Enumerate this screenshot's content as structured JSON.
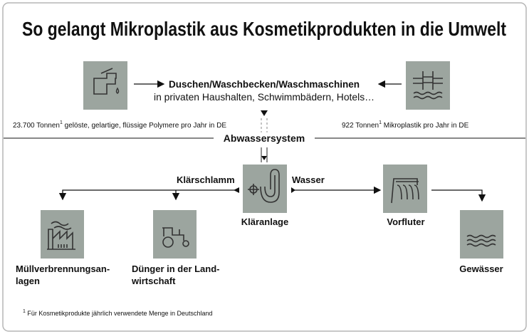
{
  "title": "So gelangt Mikroplastik aus Kosmetikprodukten in die Umwelt",
  "sources": {
    "heading": "Duschen/Waschbecken/Waschmaschinen",
    "subheading": "in privaten Haushalten, Schwimmbädern, Hotels…",
    "left_note": {
      "amount": "23.700 Tonnen",
      "sup": "1",
      "text": " gelöste, gelartige, flüssige Polymere pro Jahr in DE"
    },
    "right_note": {
      "amount": "922 Tonnen",
      "sup": "1",
      "text": " Mikroplastik pro Jahr in DE"
    }
  },
  "sewer_label": "Abwassersystem",
  "flow": {
    "sludge_label": "Klärschlamm",
    "water_label": "Wasser",
    "plant_label": "Kläranlage",
    "receiving_label": "Vorfluter",
    "incineration_label": [
      "Müllverbrennungsan-",
      "lagen"
    ],
    "fertilizer_label": [
      "Dünger in der Land-",
      "wirtschaft"
    ],
    "waters_label": "Gewässer"
  },
  "footnote": {
    "sup": "1",
    "text": " Für Kosmetikprodukte jährlich verwendete Menge in Deutschland"
  },
  "colors": {
    "box": "#9ca59f",
    "line": "#111111",
    "border": "#b5b5b5"
  }
}
